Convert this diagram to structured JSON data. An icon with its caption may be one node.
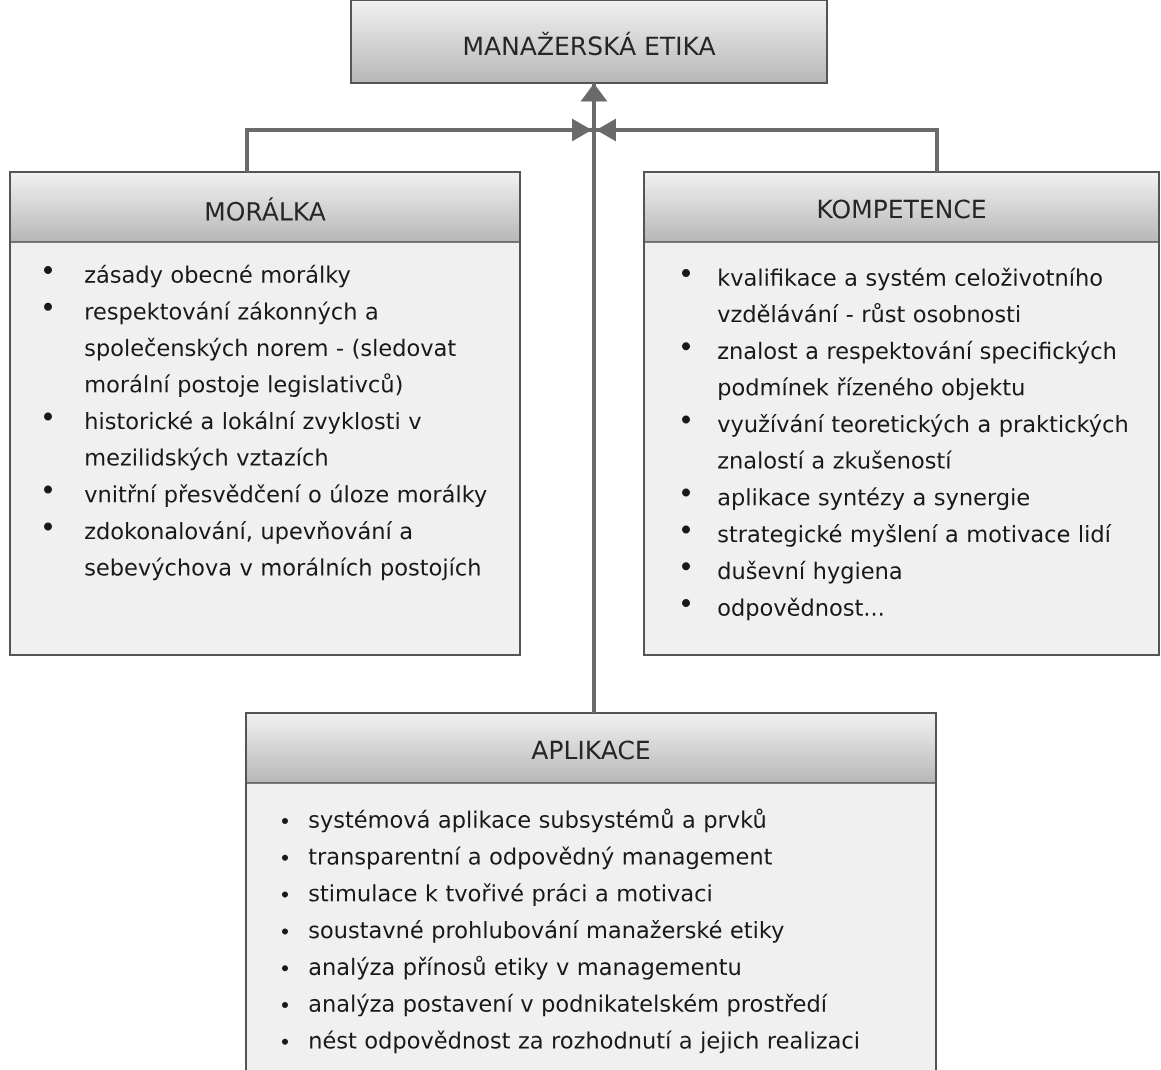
{
  "diagram": {
    "nodes": [
      {
        "text": [
          "MANAŽERSKÁ ETIKA"
        ]
      },
      {
        "text": [
          "MORÁLKA",
          "zásady obecné morálky",
          "respektování zákonných a společenských norem - (sledovat morální postoje legislativců)",
          "historické a lokální zvyklosti v mezilidských vztazích",
          "vnitřní přesvědčení o úloze morálky",
          "zdokonalování, upevňování a sebevýchova v morálních postojích"
        ]
      },
      {
        "text": [
          "KOMPETENCE",
          "kvalifikace a systém celoživotního vzdělávání - růst osobnosti",
          "znalost a respektování specifických podmínek řízeného objektu",
          "využívání teoretických a praktických znalostí a zkušeností",
          "aplikace syntézy a synergie",
          "strategické myšlení a motivace lidí",
          "duševní hygiena",
          "odpovědnost..."
        ]
      },
      {
        "text": [
          "APLIKACE",
          "systémová aplikace subsystémů a prvků",
          "transparentní a odpovědný management",
          "stimulace k tvořivé práci a motivaci",
          "soustavné prohlubování manažerské etiky",
          "analýza přínosů etiky v managementu",
          "analýza postavení v podnikatelském prostředí",
          "nést odpovědnost za rozhodnutí a jejich realizaci"
        ]
      }
    ],
    "edges": [
      {
        "from": 1,
        "to": 0,
        "arrow": "to"
      },
      {
        "from": 2,
        "to": 0,
        "arrow": "to"
      },
      {
        "from": 3,
        "to": 0,
        "arrow": "to"
      }
    ]
  }
}
